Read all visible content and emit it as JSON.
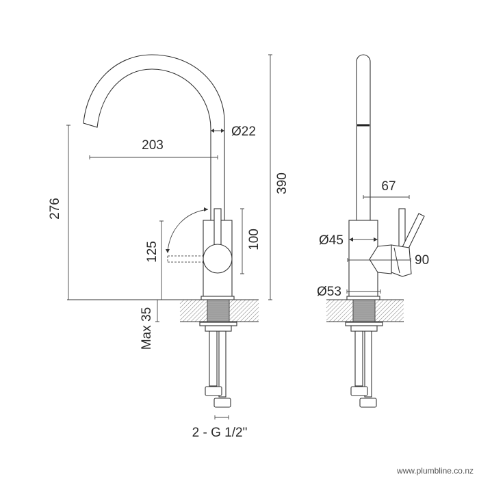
{
  "drawing": {
    "front_view": {
      "dims": {
        "spout_diameter": "Ø22",
        "spout_reach": "203",
        "overall_height": "390",
        "spout_height": "276",
        "lever_height": "125",
        "body_height": "100",
        "max_bench_thickness": "Max 35",
        "connection": "2 - G 1/2\""
      }
    },
    "side_view": {
      "dims": {
        "lever_projection": "67",
        "body_diameter": "Ø45",
        "handle_depth": "90",
        "base_diameter": "Ø53"
      }
    }
  },
  "footer": {
    "website": "www.plumbline.co.nz"
  }
}
